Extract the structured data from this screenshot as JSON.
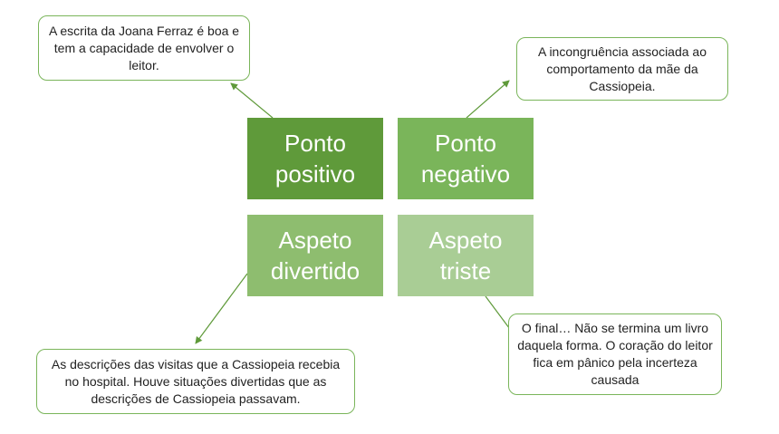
{
  "tiles": [
    {
      "label": "Ponto positivo"
    },
    {
      "label": "Ponto negativo"
    },
    {
      "label": "Aspeto divertido"
    },
    {
      "label": "Aspeto triste"
    }
  ],
  "notes": [
    {
      "text": "A escrita da Joana Ferraz é boa e tem a capacidade de envolver o leitor."
    },
    {
      "text": "A incongruência associada ao comportamento da mãe da Cassiopeia."
    },
    {
      "text": "As descrições das visitas que a Cassiopeia recebia no hospital. Houve situações divertidas que as descrições de Cassiopeia passavam."
    },
    {
      "text": "O final… Não se termina um livro daquela forma. O coração do leitor fica em pânico pela incerteza causada"
    }
  ],
  "colors": {
    "tile_positive": "#5f9a3a",
    "tile_negative": "#7ab55a",
    "tile_fun": "#8ebd6f",
    "tile_sad": "#a9cd95",
    "note_border": "#7ab55a",
    "arrow": "#5f9a3a"
  }
}
